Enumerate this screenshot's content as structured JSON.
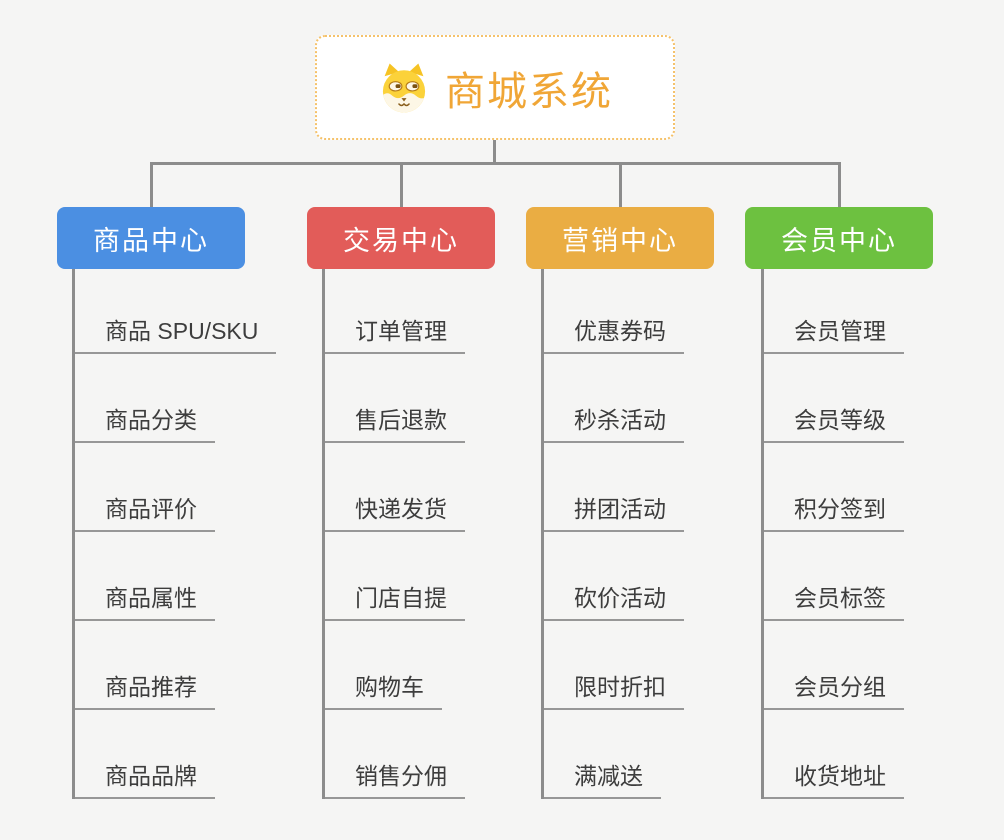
{
  "root": {
    "title": "商城系统",
    "icon": "shiba-dog-icon",
    "accent_color": "#f0a636",
    "border_color": "#f5c26b"
  },
  "connector_color": "#8c8c8c",
  "branches": [
    {
      "label": "商品中心",
      "color": "#4b8fe2",
      "children": [
        "商品 SPU/SKU",
        "商品分类",
        "商品评价",
        "商品属性",
        "商品推荐",
        "商品品牌"
      ]
    },
    {
      "label": "交易中心",
      "color": "#e25c59",
      "children": [
        "订单管理",
        "售后退款",
        "快递发货",
        "门店自提",
        "购物车",
        "销售分佣"
      ]
    },
    {
      "label": "营销中心",
      "color": "#eaad43",
      "children": [
        "优惠券码",
        "秒杀活动",
        "拼团活动",
        "砍价活动",
        "限时折扣",
        "满减送"
      ]
    },
    {
      "label": "会员中心",
      "color": "#6dc140",
      "children": [
        "会员管理",
        "会员等级",
        "积分签到",
        "会员标签",
        "会员分组",
        "收货地址"
      ]
    }
  ]
}
